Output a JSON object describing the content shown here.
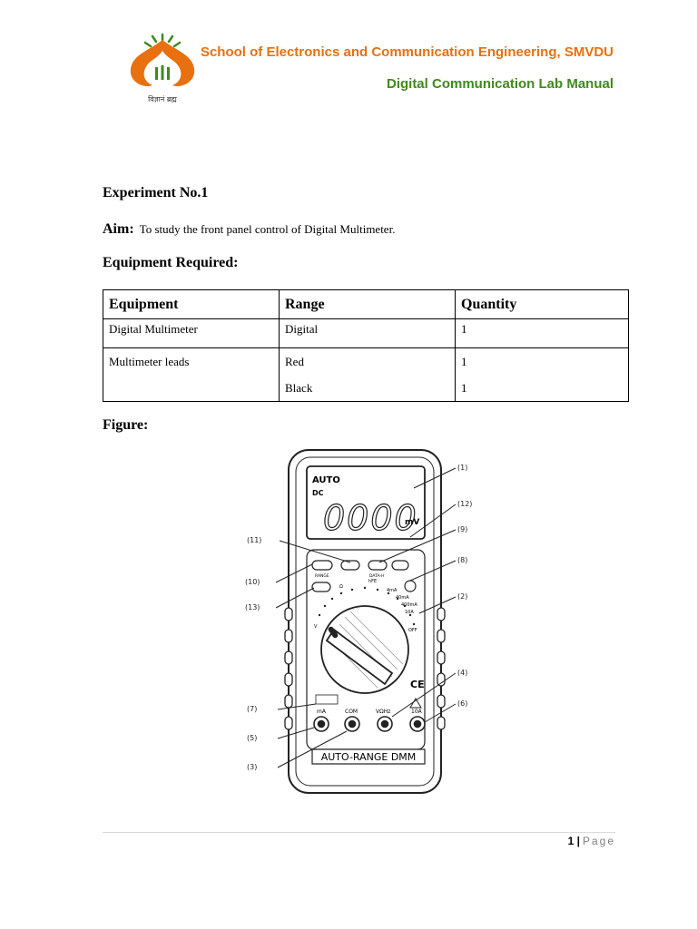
{
  "header": {
    "school": "School of Electronics and Communication Engineering, SMVDU",
    "lab_manual": "Digital Communication Lab Manual",
    "logo_caption": "विज्ञानं ब्रह्म"
  },
  "experiment": {
    "title": "Experiment No.1",
    "aim_label": "Aim:",
    "aim_text": "To study the front panel control of Digital Multimeter."
  },
  "equipment": {
    "heading": "Equipment Required:",
    "columns": [
      "Equipment",
      "Range",
      "Quantity"
    ],
    "rows": [
      {
        "equipment": "Digital Multimeter",
        "range": "Digital",
        "quantity": "1"
      },
      {
        "equipment": "Multimeter leads",
        "range_1": "Red",
        "range_2": "Black",
        "quantity_1": "1",
        "quantity_2": "1"
      }
    ]
  },
  "figure": {
    "heading": "Figure:",
    "display_top": "AUTO",
    "display_mode": "DC",
    "display_digits": "0000",
    "display_unit": "mV",
    "brand_label": "AUTO-RANGE DMM",
    "callouts": [
      "(1)",
      "(12)",
      "(9)",
      "(8)",
      "(2)",
      "(11)",
      "(10)",
      "(13)",
      "(4)",
      "(6)",
      "(7)",
      "(5)",
      "(3)"
    ],
    "buttons": [
      "RANGE",
      "DATA-H"
    ],
    "jacks": [
      "mA",
      "COM",
      "VΩHz",
      "10A"
    ],
    "dial_labels": [
      "V",
      "Ω",
      "hFE",
      "4mA",
      "40mA",
      "400mA",
      "10A",
      "OFF"
    ],
    "ce_mark": "CE"
  },
  "footer": {
    "page_number": "1",
    "separator": "|",
    "page_word": "Page"
  }
}
